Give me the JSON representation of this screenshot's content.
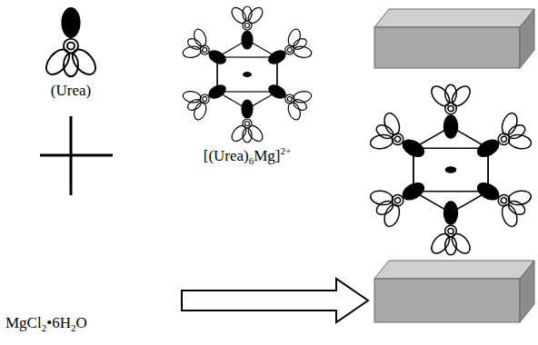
{
  "diagram": {
    "labels": [
      "(Urea)",
      "[(Urea)6Mg]2+",
      "MgCl2•6H2O"
    ]
  }
}
